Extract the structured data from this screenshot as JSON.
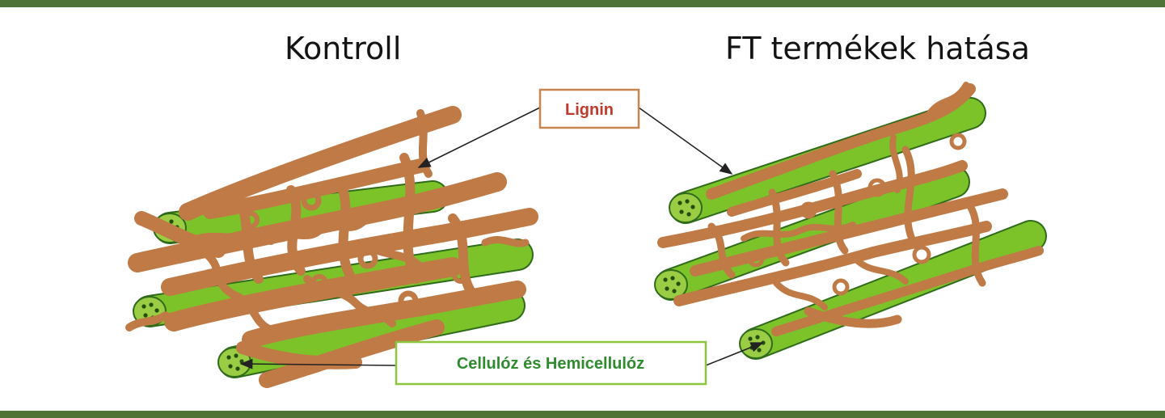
{
  "panels": {
    "left_title": "Kontroll",
    "right_title": "FT termékek hatása"
  },
  "callouts": {
    "lignin": "Lignin",
    "cellulose": "Cellulóz és Hemicellulóz"
  },
  "colors": {
    "frame_bar": "#4f7336",
    "fiber_green": "#7cc32a",
    "lignin_brown": "#bf7a45",
    "lignin_label": "#c0392b",
    "cellulose_label": "#2e8b2e",
    "lignin_box_border": "#c8864e",
    "cellulose_box_border": "#8cc63f"
  }
}
